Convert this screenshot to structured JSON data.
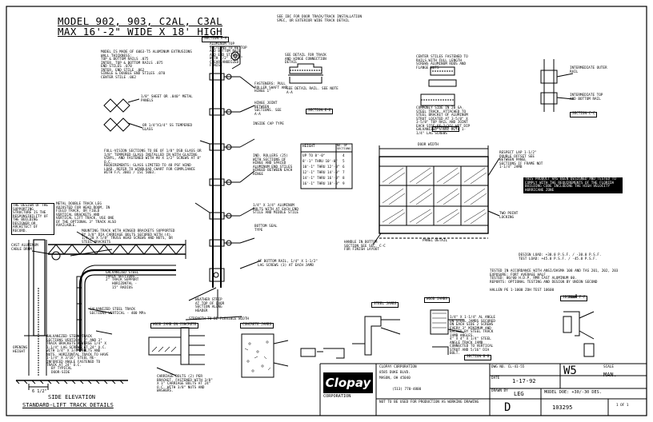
{
  "title_line1": "MODEL 902, 903, C2AL, C3AL",
  "title_line2": "MAX 16'-2\" WIDE X 18' HIGH",
  "top_note": "SEE IBC FOR DOOR TRACK/TRACK INSTALLATION SPEC, OR EXTERIOR WIDE TRACK DETAIL",
  "section_aa_label": "SECTION A-A",
  "section_bb_label": "SECTION B-B",
  "section_cc_label": "SECTION C-C",
  "section_dd_label": "SECTION D-D",
  "section_ee_label": "SECTION E-E",
  "section_ff_label": "SECTION F-F",
  "notes": {
    "model_panel": "MODEL IS MADE OF 6063-T5 ALUMINUM EXTRUSIONS\nWALL THICKNESS:\nTOP & BOTTOM RAILS .075\nINTER. TOP & BOTTOM RAILS .075\nEND STILES .070\nINTER. END STILE .062\nSINGLE & DOUBLE END STILES .070\nCENTER STILE .062",
    "sheet_glass": "1/8\" SHEET OR .040\" METAL PANELS",
    "tempered_glass": "OR 1/4\"X1/4\" SS TEMPERED GLASS",
    "full_vision": "FULL-VISION SECTIONS TO BE OF 1/8\" DSB GLASS OR 1/8\" TEMPERED GLASS INSTALLED IN WITH GLAZING VINYL, AND FASTENED WITH #8 X 1/2\" SCREWS AT 8\" O.C.\nREQUIREMENTS: GLASS LIMITED TO 48 PSF WIND LOAD. REFER TO WINDLOAD CHART FOR COMPLIANCE WITH F/C 3001 / ISC 5003.",
    "metal_double_track": "METAL DOUBLE TRACK LEG ADJUSTED FOR HEAD ROOM, IN FIELD TRACK, OR FIELD VERTICAL BRACKETS AND VERTICAL LIFT TRACK. USE ONE OF THE OPTIONAL 3\" TRACK ALSO AVAILABLE.",
    "header_conditions": "THE DESIGN OF THE SUPPORTING STRUCTURE IS THE RESPONSIBILITY OF THE BUILDING DESIGNER OR ARCHITECT OF RECORD.",
    "mount_bracket": "MOUNTING TRACK WITH HINGED BRACKETS SUPPORTED BY 3/8\" DIA CARRIAGE BOLTS SECURED WITH (4) 1/4-20 X 5/8\" TRUSS HEAD SCREWS AND NUTS, OR STEEL BRACKETS",
    "cast_aluminum": "CAST ALUMINUM CABLE DRUM",
    "galv_steel_1": "GALVANIZED STEEL TRACK SECTIONS 2\" TRACK SUPPORT",
    "galv_steel_2": "GALVANIZED STEEL TRACK SECTIONS VERTICAL - 400 MPa",
    "track_radius": "HORIZONTAL - 15\" RADIUS",
    "opening_height": "OPENING HEIGHT",
    "track_note": "GALVANIZED STEEL TRACK SECTIONS VERTICAL 2\" AND 3\" TRACK BRACKETS REVERSE 1/4\" X 1-1/4\" LAG SCREWS AT 24\" O.C. WITH 1/4\" X 3/4\" BOLTS AND NUTS. HORIZONTAL TRACK TO HAVE 1-1/4\" X 3/16\" STEEL RE-INFORCED ANGLE FASTENED TO TRACK AT 24\" O.C.",
    "by_type": "BY TYPICAL DOOR-SIDE",
    "dim_side": "6 1/2\"",
    "side_elev_1": "SIDE ELEVATION",
    "side_elev_2": "STANDARD-LIFT TRACK DETAILS",
    "stiles_label": "ALUMINUM TOP SECTIONS TO BE TOP AND BOTTOM RAIL AND END STILES WITH 1/2\" X 3/4\" CLEAR ANODIZED FINISH",
    "rail_hinge": "FASTENERS: PULL ROLLER SHAFT AND HINGE 1\"",
    "ind_wall": "IND. ROLLERS (25) WITH SECTIONS OF HINGE AND SPACED ALUMINUM END STILES HINGED BETWEEN EACH HINGE",
    "bottom_seal": "BOTTOM SEAL TYPE",
    "hinge_joint": "HINGE JOINT BETWEEN SECTIONS. SEE A-A",
    "inside_cap": "INSIDE CAP TYPE",
    "end_stile_bolt": "1/4\" X 3/4\" ALUMINUM BOLTS WITH AT EACH END STILE AND MIDDLE STILE",
    "at_bottom_rail": "AT BOTTOM RAIL, 1/4\" X 1-1/2\" LAG SCREWS (3) AT EACH JAMB",
    "strip_seal": "WEATHER STRIP AT TOP OF DOOR SECTION ALONG HEADER",
    "steel_note": "1/4\" X 1-1/4\" AL ANGLE ON STEEL JAMBS SECURED ON EACH SIDE 2 SCREWS EVERY 3\" MINIMUM AND BACKED BY STEEL TRACK JAMB ANGLES.\n4\" X 4\" X 1/4\" STEEL ANGLE TRACK JAMB CONNECTED TO VERTICAL STRUT AND 5/16\" DIA BOLT.",
    "carriage_bolts": "CARRIAGE BOLTS (2) PER BRACKET. FASTENED WITH 3/8\" X 1\" CARRIAGE BOLTS AT 24\" O.C. WITH 3/8\" NUTS AND WASHERS.",
    "strength": "STRENGTH TO BE FLEXIBLE WIDTH",
    "wood_jamb": "WOOD JAMB ON CONCRETE",
    "concrete_jambs": "CONCRETE JAMBS",
    "steel_jambs": "STEEL JAMBS",
    "wood_jambs": "WOOD JAMBS",
    "section_bb_note": "SEE DETAIL FOR TRACK AND HINGE CONNECTION DETAIL",
    "center_stiles": "CENTER STILES FASTENED TO RAILS WITH FULL LENGTH SCREWS ALUMINUM RODS AND FLANGE NUTS",
    "intermediate_rail": "INTERMEDIATE OUTER RAIL",
    "intermediate_top": "INTERMEDIATE TOP AND BOTTOM RAIL",
    "cross_section": "COMMONLY SIDE IN 20 GA. STEEL TRACK. ATTACHED TO STEEL BRACKET OF ALUMINUM STRUT LOCATED AT 3-5/8\" X 3-5/8\" TOP RAIL AND JOINT EACH SIDE OF 2/16\" HOT DIP GALVANIZED STEEL WITH 1-1/4\" LAG SCREWS",
    "surface_label": "RESPECT LAP 1-1/2\" DOUBLE OFFSET SEE BETWEEN PANEL SECTIONS IF FRAME NOT 1-1/4\" JAMB",
    "top_pan": "SEE DETAIL RAIL. SEE NOTE A-A",
    "two_point": "TWO POINT LOCKING",
    "handle": "HANDLE IN BOTTOM SECTION SEE SEC. C-C FOR FINISH LAYOUT",
    "paint": "PANEL DETAIL",
    "section_width": "DOOR WIDTH",
    "windload_box": "THIS PRODUCT HAS BEEN DESIGNED AND TESTED TO COMPLY WITH THE REQUIREMENTS OF THE FLORIDA BUILDING CODE INCLUDING THE HIGH VELOCITY HURRICANE ZONE",
    "ansi": "DESIGN LOAD: +30.0 P.S.F. / -30.0 P.S.F.\nTEST LOAD: +45.0 P.S.F. / -45.0 P.S.F.",
    "tested": "TESTED IN ACCORDANCE WITH ANSI/DASMA 108 AND TAS 201, 202, 203\nEXPOSURE: FORT AVERAGE HALF\nTESTED: 00/00 H.D.P. RMR CAST ALUMINUM 00.\nREPORTS: OPTIONAL TESTING AND DESIGN BY UNION SECOND",
    "pe_line": "HALLEN PE 1-1000 ZOH TEST 10600"
  },
  "height_table": {
    "headers": [
      "HEIGHT",
      "NO. OF SECTIONS"
    ],
    "rows": [
      [
        "UP TO 8'-0\"",
        "4"
      ],
      [
        "8'-1\" THRU 10'-0\"",
        "5"
      ],
      [
        "10'-1\" THRU 12'-0\"",
        "6"
      ],
      [
        "12'-1\" THRU 14'-0\"",
        "7"
      ],
      [
        "14'-1\" THRU 16'-0\"",
        "8"
      ],
      [
        "16'-1\" THRU 18'-0\"",
        "9"
      ]
    ]
  },
  "title_block": {
    "company": "CLOPAY CORPORATION",
    "address1": "8585 DUKE BLVD.",
    "address2": "MASON, OH 45040",
    "phone": "(513) 770-4800",
    "logo_text": "Clopay",
    "corp_label": "CORPORATION",
    "disclaimer": "NOT TO BE USED FOR PRODUCTION AS WORKING DRAWING",
    "dwg_label": "DWG NO. CL-41-55",
    "dwg_value": "W5",
    "date_label": "DATE",
    "date_value": "1-17-92",
    "drawn_label": "DRAWN BY",
    "drawn_value": "LEG",
    "scale_label": "SCALE",
    "scale_value": "MAN.",
    "model_line": "MODEL DOE: +30/-30 DES.",
    "rev": "D",
    "number": "103295",
    "sht": "1 OF 1"
  }
}
